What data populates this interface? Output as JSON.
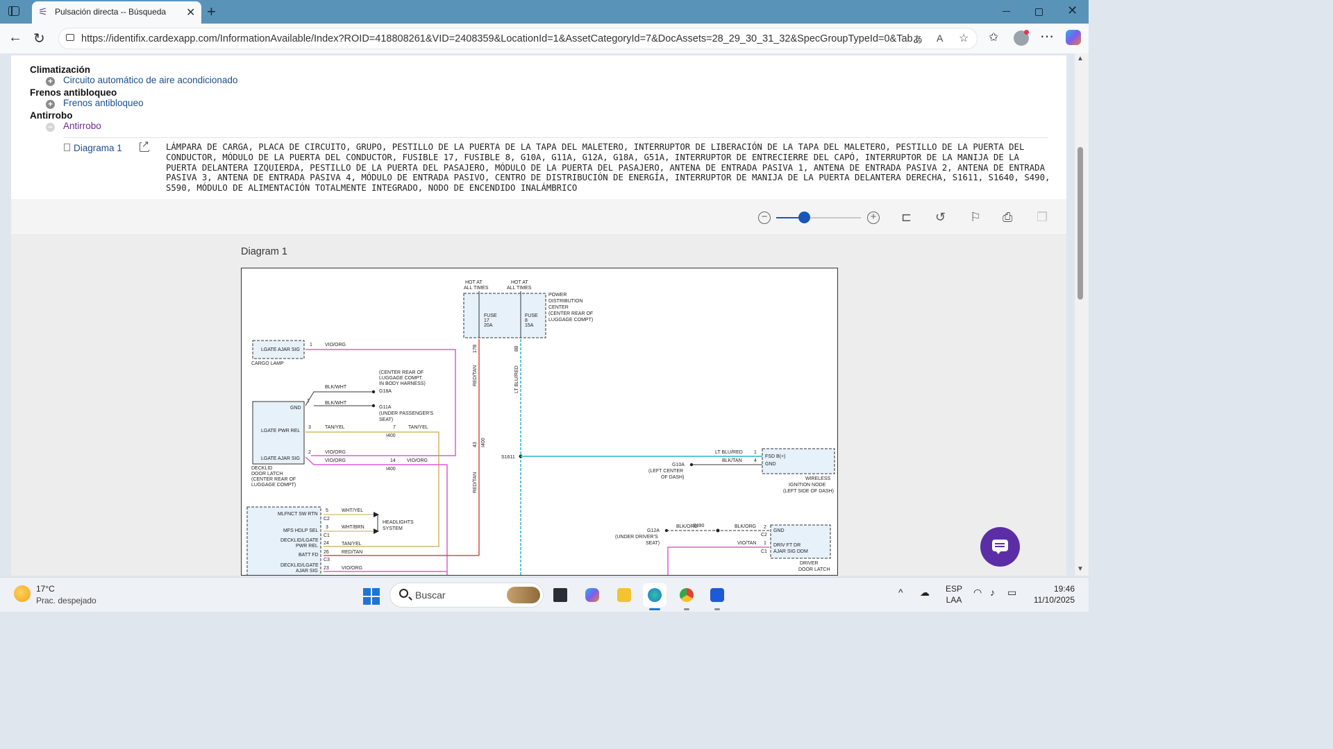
{
  "browser": {
    "tab_title": "Pulsación directa -- Búsqueda",
    "new_tab": "+",
    "url": "https://identifix.cardexapp.com/InformationAvailable/Index?ROID=418808261&VID=2408359&LocationId=1&AssetCategoryId=7&DocAssets=28_29_30_31_32&SpecGroupTypeId=0&Tab...",
    "translate_icon": "translate-icon",
    "read_aloud_icon": "read-aloud-icon"
  },
  "tree": {
    "categories": [
      {
        "title": "Climatización",
        "items": [
          {
            "label": "Circuito automático de aire acondicionado",
            "expand": "+"
          }
        ]
      },
      {
        "title": "Frenos antibloqueo",
        "items": [
          {
            "label": "Frenos antibloqueo",
            "expand": "+"
          }
        ]
      },
      {
        "title": "Antirrobo",
        "items": [
          {
            "label": "Antirrobo",
            "expand": "−"
          }
        ]
      }
    ],
    "document": {
      "label": "Diagrama 1",
      "description": "LÁMPARA DE CARGA, PLACA DE CIRCUITO, GRUPO, PESTILLO DE LA PUERTA DE LA TAPA DEL MALETERO, INTERRUPTOR DE LIBERACIÓN DE LA TAPA DEL MALETERO, PESTILLO DE LA PUERTA DEL CONDUCTOR, MÓDULO DE LA PUERTA DEL CONDUCTOR, FUSIBLE 17, FUSIBLE 8, G10A, G11A, G12A, G18A, G51A, INTERRUPTOR DE ENTRECIERRE DEL CAPÓ, INTERRUPTOR DE LA MANIJA DE LA PUERTA DELANTERA IZQUIERDA, PESTILLO DE LA PUERTA DEL PASAJERO, MÓDULO DE LA PUERTA DEL PASAJERO, ANTENA DE ENTRADA PASIVA 1, ANTENA DE ENTRADA PASIVA 2, ANTENA DE ENTRADA PASIVA 3, ANTENA DE ENTRADA PASIVA 4, MÓDULO DE ENTRADA PASIVO, CENTRO DE DISTRIBUCIÓN DE ENERGÍA, INTERRUPTOR DE MANIJA DE LA PUERTA DELANTERA DERECHA, S1611, S1640, S490, S590, MÓDULO DE ALIMENTACIÓN TOTALMENTE INTEGRADO, NODO DE ENCENDIDO INALÁMBRICO"
    }
  },
  "viewer": {
    "zoom_fraction": 0.33,
    "diagram_title": "Diagram 1",
    "tools": [
      "fit-icon",
      "rotate-icon",
      "bookmark-icon",
      "print-icon",
      "copy-icon"
    ]
  },
  "schematic": {
    "hot1": "HOT AT",
    "hot2": "ALL TIMES",
    "pdc": [
      "POWER",
      "DISTRIBUTION",
      "CENTER",
      "(CENTER REAR OF",
      "LUGGAGE COMPT)"
    ],
    "fuse_label": "FUSE",
    "fuse17": "17",
    "fuse17_amp": "20A",
    "fuse8": "8",
    "fuse8_amp": "15A",
    "pin_17b": "17B",
    "pin_8b": "8B",
    "wire_redtan": "RED/TAN",
    "wire_ltblured": "LT BLU/RED",
    "cargo_lamp_box": "LGATE AJAR SIG",
    "cargo_lamp": "CARGO LAMP",
    "pin1": "1",
    "pin2": "2",
    "pin3": "3",
    "pin4": "4",
    "pin5": "5",
    "pin7": "7",
    "pin14": "14",
    "pin24": "24",
    "pin26": "26",
    "pin23": "23",
    "pin43": "43",
    "wire_vioorg": "VIO/ORG",
    "wire_blkwht": "BLK/WHT",
    "wire_tanyel": "TAN/YEL",
    "wire_whtyel": "WHT/YEL",
    "wire_whtbrn": "WHT/BRN",
    "wire_blktan": "BLK/TAN",
    "wire_blkorg": "BLK/ORG",
    "wire_viotan": "VIO/TAN",
    "g18a_note": [
      "(CENTER REAR OF",
      "LUGGAGE COMPT.",
      "IN BODY HARNESS)",
      "G18A"
    ],
    "g11a_note": [
      "G11A",
      "(UNDER PASSENGER'S",
      "SEAT)"
    ],
    "gnd": "GND",
    "lgate_pwr_rel": "LGATE PWR REL",
    "lgate_ajar_sig": "LGATE AJAR SIG",
    "i400": "I400",
    "decklid": [
      "DECKLID",
      "DOOR LATCH",
      "(CENTER REAR OF",
      "LUGGAGE COMPT)"
    ],
    "s1611": "S1611",
    "ltblured2": "LT BLU/RED",
    "g10a": [
      "G10A",
      "(LEFT CENTER",
      "OF DASH)"
    ],
    "fsd": "FSD B(+)",
    "gnd2": "GND",
    "win": [
      "WIRELESS",
      "IGNITION NODE",
      "(LEFT SIDE OF DASH)"
    ],
    "mlfnct": "MLFNCT SW RTN",
    "mfs": "MFS HDLP SEL",
    "dl_pwr": [
      "DECKLID/LGATE",
      "PWR REL"
    ],
    "batt": "BATT FD",
    "dl_ajar": [
      "DECKLID/LGATE",
      "AJAR SIG"
    ],
    "c2": "C2",
    "c1": "C1",
    "c3": "C3",
    "headlights": [
      "HEADLIGHTS",
      "SYSTEM"
    ],
    "g12a": [
      "G12A",
      "(UNDER DRIVER'S",
      "SEAT)"
    ],
    "s490": "S490",
    "drv_gnd": "GND",
    "drv_sig": [
      "DRIV FT DR",
      "AJAR SIG DDM"
    ],
    "drv_latch": [
      "DRIVER",
      "DOOR LATCH"
    ]
  },
  "taskbar": {
    "temp": "17°C",
    "weather": "Prac. despejado",
    "search": "Buscar",
    "lang1": "ESP",
    "lang2": "LAA",
    "time": "19:46",
    "date": "11/10/2025"
  },
  "colors": {
    "red_wire": "#e04a3a",
    "cyan_wire": "#5dc6d8",
    "magenta_wire": "#e05ad3",
    "tan_wire": "#c9a94a",
    "box_fill": "#e6f1fa"
  }
}
